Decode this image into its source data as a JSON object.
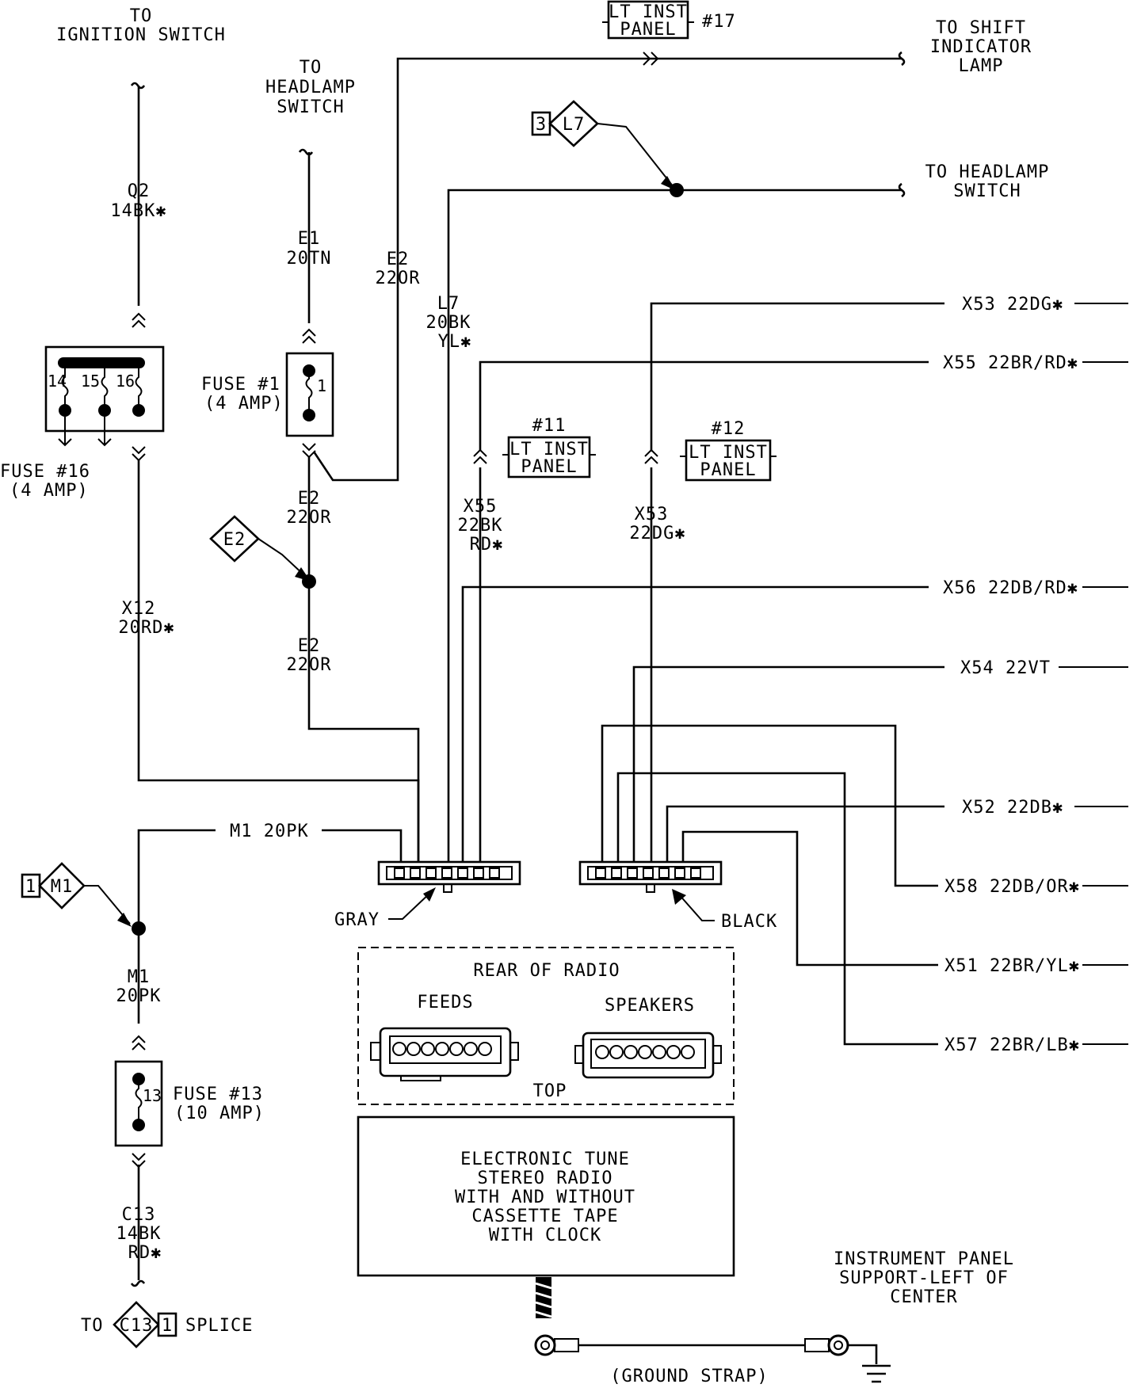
{
  "diagram": {
    "top_left_dest": [
      "TO",
      "IGNITION SWITCH"
    ],
    "headlamp_dest_left": [
      "TO",
      "HEADLAMP",
      "SWITCH"
    ],
    "shift_indicator_dest": [
      "TO SHIFT",
      "INDICATOR",
      "LAMP"
    ],
    "headlamp_dest_right": [
      "TO HEADLAMP",
      "SWITCH"
    ],
    "lt_inst_panel_17": {
      "text": [
        "LT INST",
        "PANEL"
      ],
      "num": "#17"
    },
    "lt_inst_panel_11": {
      "text": [
        "LT INST",
        "PANEL"
      ],
      "num": "#11"
    },
    "lt_inst_panel_12": {
      "text": [
        "LT INST",
        "PANEL"
      ],
      "num": "#12"
    },
    "splice_l7": {
      "num": "3",
      "id": "L7"
    },
    "splice_e2": {
      "id": "E2"
    },
    "splice_m1": {
      "num": "1",
      "id": "M1"
    },
    "splice_c13": {
      "id": "C13",
      "num": "1",
      "prefix": "TO",
      "suffix": "SPLICE"
    },
    "fuse16": {
      "label": [
        "FUSE #16",
        "(4 AMP)"
      ],
      "pins": [
        "14",
        "15",
        "16"
      ]
    },
    "fuse1": {
      "label": [
        "FUSE #1",
        "(4 AMP)"
      ],
      "pin": "1"
    },
    "fuse13": {
      "label": [
        "FUSE #13",
        "(10 AMP)"
      ],
      "pin": "13"
    },
    "wires": {
      "q2": [
        "Q2",
        "14BK✱"
      ],
      "e1": [
        "E1",
        "20TN"
      ],
      "e2_top": [
        "E2",
        "22OR"
      ],
      "l7": [
        "L7",
        "20BK",
        "YL✱"
      ],
      "e2_mid": [
        "E2",
        "22OR"
      ],
      "e2_low": [
        "E2",
        "22OR"
      ],
      "x12": [
        "X12",
        "20RD✱"
      ],
      "x55": [
        "X55",
        "22BK",
        "RD✱"
      ],
      "x53": [
        "X53",
        "22DG✱"
      ],
      "m1_top": "M1 20PK",
      "m1_low": [
        "M1",
        "20PK"
      ],
      "c13": [
        "C13",
        "14BK",
        "RD✱"
      ]
    },
    "right_wires": [
      "X53 22DG✱",
      "X55 22BR/RD✱",
      "X56 22DB/RD✱",
      "X54 22VT",
      "X52 22DB✱",
      "X58 22DB/OR✱",
      "X51 22BR/YL✱",
      "X57 22BR/LB✱"
    ],
    "connector_gray": "GRAY",
    "connector_black": "BLACK",
    "rear_of_radio": {
      "title": "REAR OF RADIO",
      "feeds": "FEEDS",
      "speakers": "SPEAKERS",
      "top": "TOP"
    },
    "radio_box": [
      "ELECTRONIC TUNE",
      "STEREO RADIO",
      "WITH AND WITHOUT",
      "CASSETTE TAPE",
      "WITH CLOCK"
    ],
    "ground_location": [
      "INSTRUMENT PANEL",
      "SUPPORT-LEFT OF",
      "CENTER"
    ],
    "ground_strap": "(GROUND STRAP)"
  }
}
